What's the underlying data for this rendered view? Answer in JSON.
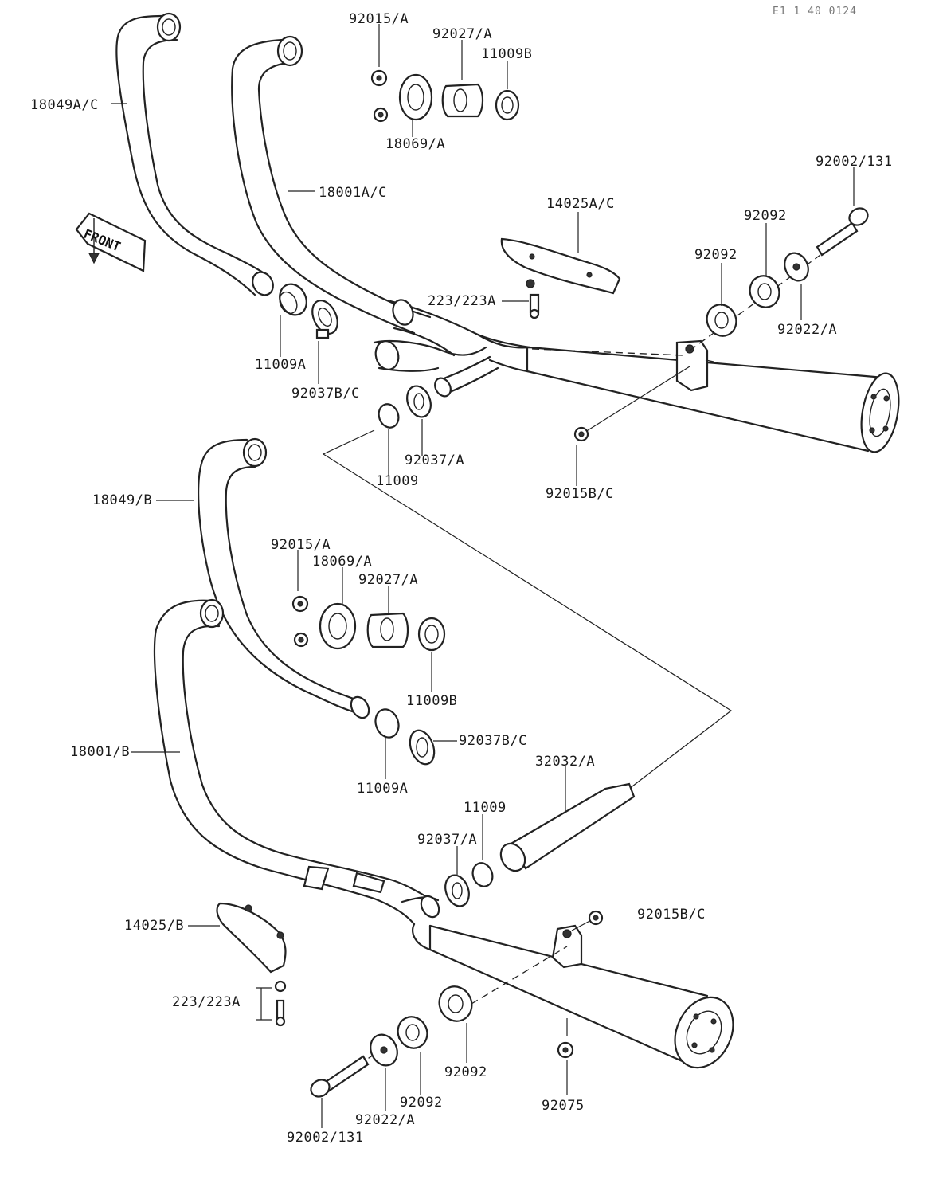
{
  "diagram": {
    "reference_code": "E1 1 40 0124",
    "front_arrow_label": "FRONT",
    "labels": {
      "l_92015A_top": "92015/A",
      "l_92027A_top": "92027/A",
      "l_11009B_top": "11009B",
      "l_18069A_top": "18069/A",
      "l_18049AC": "18049A/C",
      "l_18001AC": "18001A/C",
      "l_92002_131_top": "92002/131",
      "l_14025AC": "14025A/C",
      "l_92092_top_a": "92092",
      "l_92092_top_b": "92092",
      "l_223_223A_top": "223/223A",
      "l_92022A_top": "92022/A",
      "l_11009A_top": "11009A",
      "l_92037BC_top": "92037B/C",
      "l_92037A_top": "92037/A",
      "l_11009_top": "11009",
      "l_92015BC_top": "92015B/C",
      "l_18049B": "18049/B",
      "l_92015A_mid": "92015/A",
      "l_18069A_mid": "18069/A",
      "l_92027A_mid": "92027/A",
      "l_11009B_mid": "11009B",
      "l_92037BC_mid": "92037B/C",
      "l_18001B": "18001/B",
      "l_11009A_mid": "11009A",
      "l_32032A": "32032/A",
      "l_11009_mid": "11009",
      "l_92037A_mid": "92037/A",
      "l_14025B": "14025/B",
      "l_92015BC_bot": "92015B/C",
      "l_223_223A_bot": "223/223A",
      "l_92092_bot_a": "92092",
      "l_92092_bot_b": "92092",
      "l_92075": "92075",
      "l_92022A_bot": "92022/A",
      "l_92002_131_bot": "92002/131"
    }
  }
}
